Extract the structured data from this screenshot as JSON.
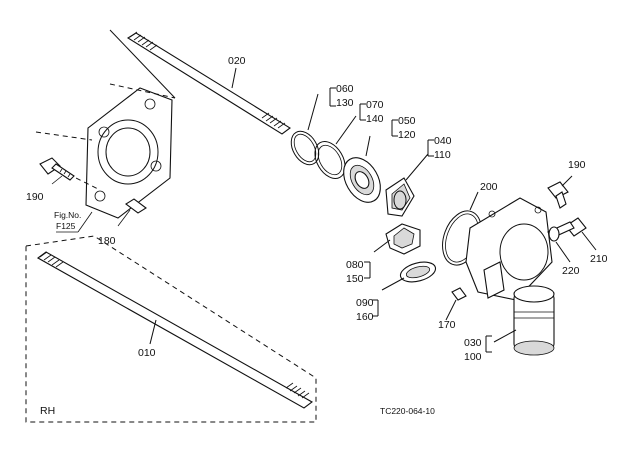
{
  "callouts": {
    "p020": "020",
    "p060": "060",
    "p130": "130",
    "p070": "070",
    "p140": "140",
    "p050": "050",
    "p120": "120",
    "p040": "040",
    "p110": "110",
    "p190_left": "190",
    "p190_right": "190",
    "p200": "200",
    "p180": "180",
    "p210": "210",
    "p220": "220",
    "p080": "080",
    "p150": "150",
    "p090": "090",
    "p160": "160",
    "p170": "170",
    "p030": "030",
    "p100": "100",
    "p010": "010"
  },
  "fig_ref": {
    "line1": "Fig.No.",
    "line2": "F125"
  },
  "side_label": "RH",
  "drawing_code": "TC220-064-10"
}
